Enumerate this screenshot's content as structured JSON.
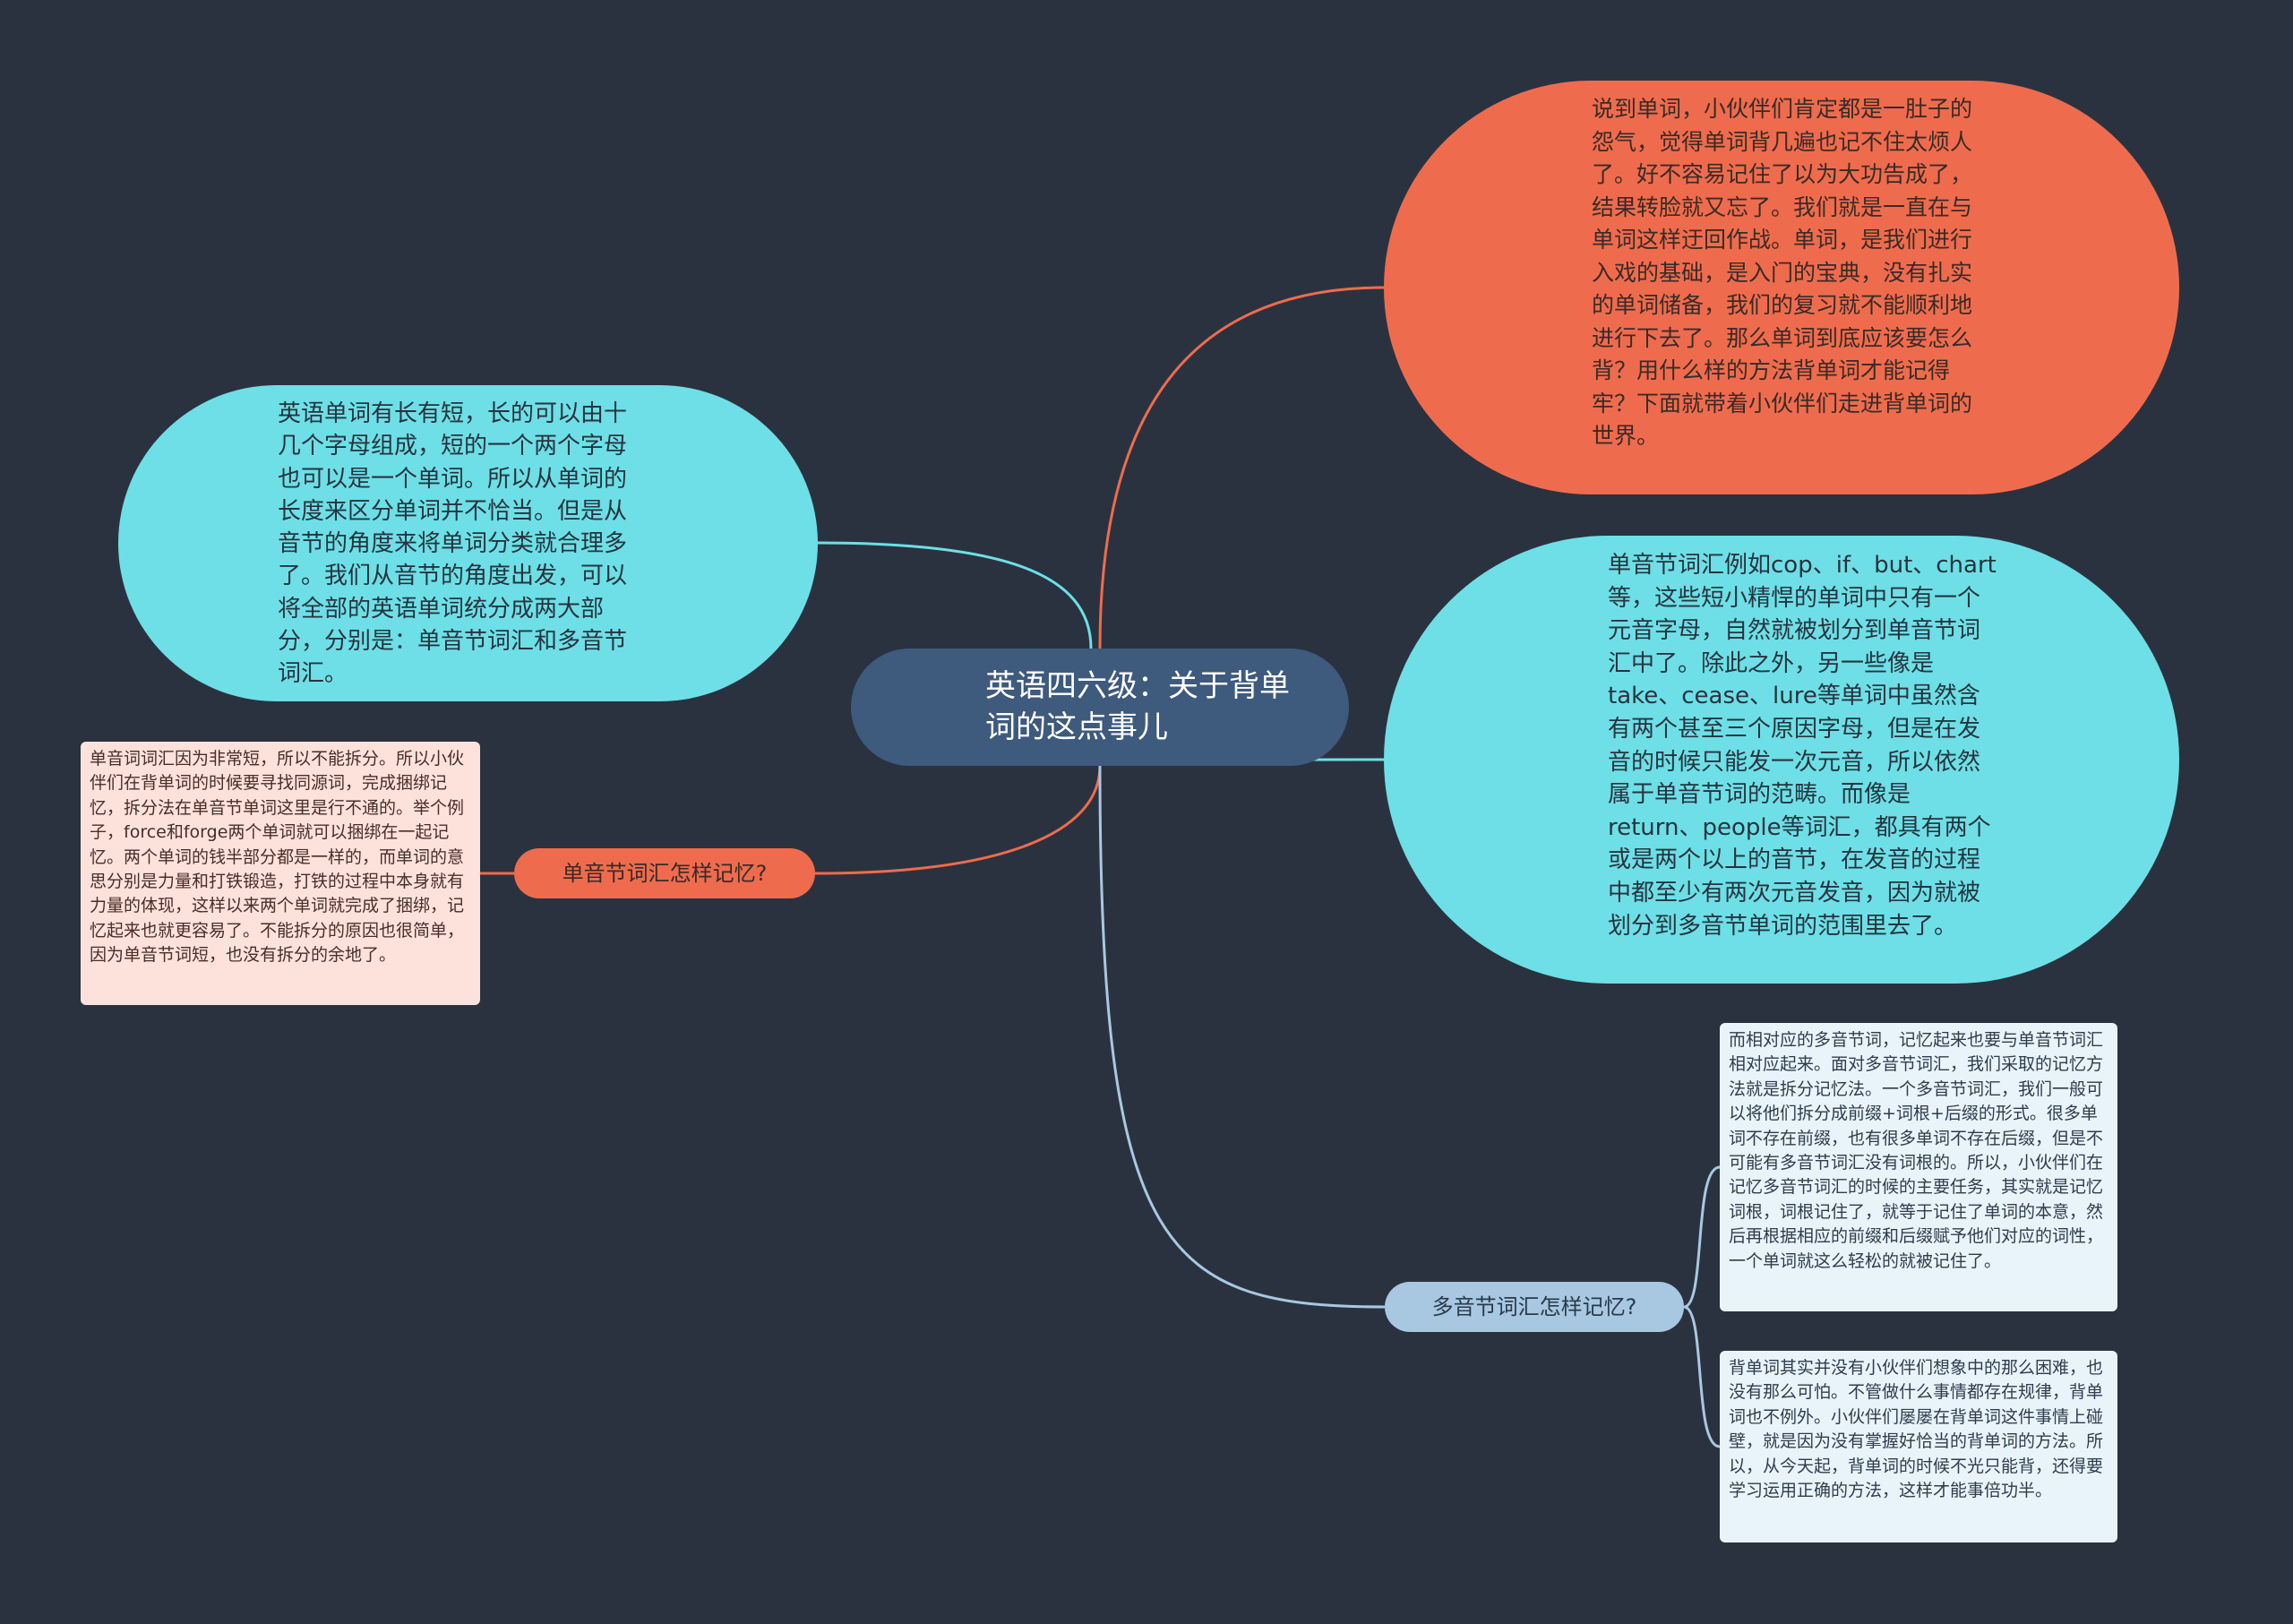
{
  "mindmap": {
    "root": "英语四六级：关于背单词的这点事儿",
    "intro": "说到单词，小伙伴们肯定都是一肚子的怨气，觉得单词背几遍也记不住太烦人了。好不容易记住了以为大功告成了，结果转脸就又忘了。我们就是一直在与单词这样迂回作战。单词，是我们进行入戏的基础，是入门的宝典，没有扎实的单词储备，我们的复习就不能顺利地进行下去了。那么单词到底应该要怎么背？用什么样的方法背单词才能记得牢？下面就带着小伙伴们走进背单词的世界。",
    "classification": "英语单词有长有短，长的可以由十几个字母组成，短的一个两个字母也可以是一个单词。所以从单词的长度来区分单词并不恰当。但是从音节的角度来将单词分类就合理多了。我们从音节的角度出发，可以将全部的英语单词统分成两大部分，分别是：单音节词汇和多音节词汇。",
    "examples": "单音节词汇例如cop、if、but、chart等，这些短小精悍的单词中只有一个元音字母，自然就被划分到单音节词汇中了。除此之外，另一些像是take、cease、lure等单词中虽然含有两个甚至三个原因字母，但是在发音的时候只能发一次元音，所以依然属于单音节词的范畴。而像是return、people等词汇，都具有两个或是两个以上的音节，在发音的过程中都至少有两次元音发音，因为就被划分到多音节单词的范围里去了。",
    "mono_branch": {
      "label": "单音节词汇怎样记忆?",
      "note": "单音词词汇因为非常短，所以不能拆分。所以小伙伴们在背单词的时候要寻找同源词，完成捆绑记忆，拆分法在单音节单词这里是行不通的。举个例子，force和forge两个单词就可以捆绑在一起记忆。两个单词的钱半部分都是一样的，而单词的意思分别是力量和打铁锻造，打铁的过程中本身就有力量的体现，这样以来两个单词就完成了捆绑，记忆起来也就更容易了。不能拆分的原因也很简单，因为单音节词短，也没有拆分的余地了。"
    },
    "poly_branch": {
      "label": "多音节词汇怎样记忆?",
      "notes": [
        "而相对应的多音节词，记忆起来也要与单音节词汇相对应起来。面对多音节词汇，我们采取的记忆方法就是拆分记忆法。一个多音节词汇，我们一般可以将他们拆分成前缀+词根+后缀的形式。很多单词不存在前缀，也有很多单词不存在后缀，但是不可能有多音节词汇没有词根的。所以，小伙伴们在记忆多音节词汇的时候的主要任务，其实就是记忆词根，词根记住了，就等于记住了单词的本意，然后再根据相应的前缀和后缀赋予他们对应的词性，一个单词就这么轻松的就被记住了。",
        "背单词其实并没有小伙伴们想象中的那么困难，也没有那么可怕。不管做什么事情都存在规律，背单词也不例外。小伙伴们屡屡在背单词这件事情上碰壁，就是因为没有掌握好恰当的背单词的方法。所以，从今天起，背单词的时候不光只能背，还得要学习运用正确的方法，这样才能事倍功半。"
      ]
    }
  },
  "colors": {
    "background": "#2a3240",
    "root": "#3e5a7d",
    "orange": "#ee6c4d",
    "cyan": "#6edfe6",
    "light_blue": "#a8c8e2",
    "pink_note": "#fde2dc",
    "blue_note": "#e9f3fa"
  }
}
